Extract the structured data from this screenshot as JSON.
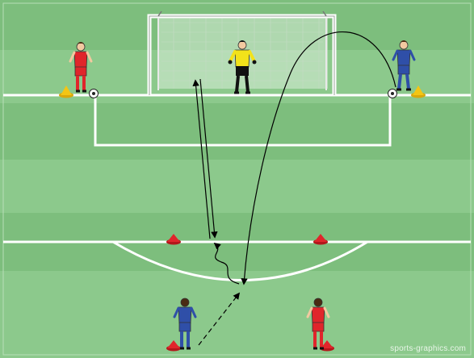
{
  "watermark": "sports-graphics.com",
  "colors": {
    "pitch_stripe_light": "#8cc98c",
    "pitch_stripe_dark": "#7dbe7d",
    "lines": "#ffffff",
    "team_red": "#e0252b",
    "team_blue": "#2f4fa8",
    "goalkeeper": "#f2e21a",
    "cone_red": "#e0252b",
    "cone_yellow": "#f3c514"
  },
  "players": [
    {
      "role": "attacker-red-top-left",
      "team": "red",
      "facing": "right"
    },
    {
      "role": "goalkeeper",
      "team": "goalkeeper",
      "facing": "front"
    },
    {
      "role": "attacker-blue-top-right",
      "team": "blue",
      "facing": "left"
    },
    {
      "role": "attacker-blue-bottom",
      "team": "blue",
      "facing": "back"
    },
    {
      "role": "attacker-red-bottom",
      "team": "red",
      "facing": "back"
    }
  ],
  "icons": {
    "ball": "soccer-ball-icon",
    "cone": "cone-icon"
  }
}
